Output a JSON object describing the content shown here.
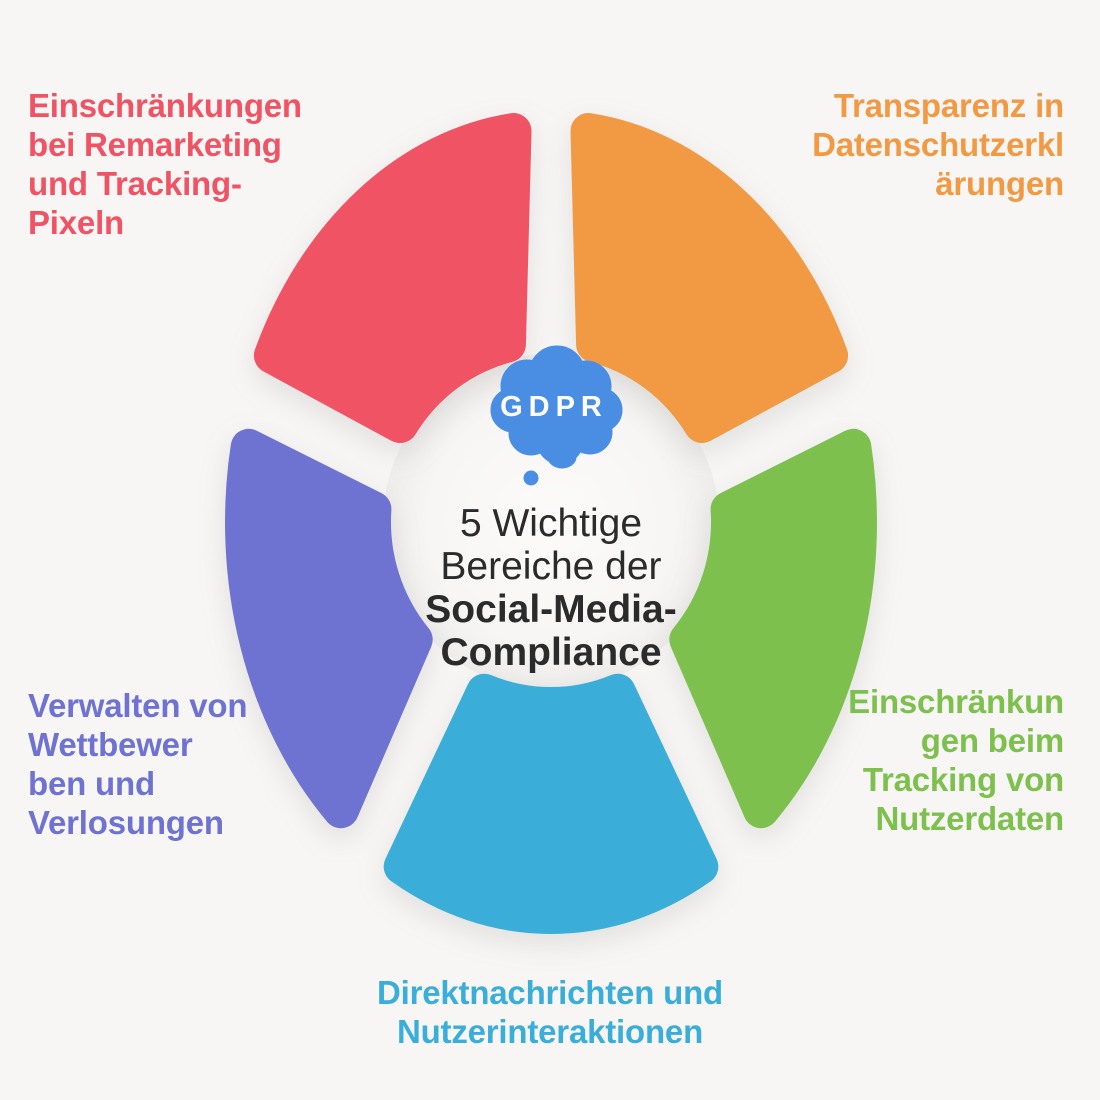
{
  "background_color": "#f7f6f4",
  "center": {
    "badge": {
      "label": "GDPR",
      "bubble_color": "#4a8ee4",
      "text_color": "#ffffff"
    },
    "title_lines": {
      "line1": "5 Wichtige",
      "line2": "Bereiche der",
      "line3": "Social-Media-",
      "line4": "Compliance"
    },
    "title_color": "#2b2b2b"
  },
  "segments": [
    {
      "id": "remarketing",
      "position": "top-left",
      "color": "#ef5364",
      "label_lines": [
        "Einschränkungen",
        "bei Remarketing",
        "und Tracking-",
        "Pixeln"
      ]
    },
    {
      "id": "transparenz",
      "position": "top-right",
      "color": "#f29a43",
      "label_lines": [
        "Transparenz in",
        "Datenschutzerkl",
        "ärungen"
      ]
    },
    {
      "id": "tracking",
      "position": "right",
      "color": "#7dc04e",
      "label_lines": [
        "Einschränkun",
        "gen beim",
        "Tracking von",
        "Nutzerdaten"
      ]
    },
    {
      "id": "direktnachrichten",
      "position": "bottom",
      "color": "#3aadd9",
      "label_lines": [
        "Direktnachrichten und",
        "Nutzerinteraktionen"
      ]
    },
    {
      "id": "wettbewerbe",
      "position": "left",
      "color": "#6e72d0",
      "label_lines": [
        "Verwalten von",
        "Wettbewer",
        "ben und",
        "Verlosungen"
      ]
    }
  ]
}
